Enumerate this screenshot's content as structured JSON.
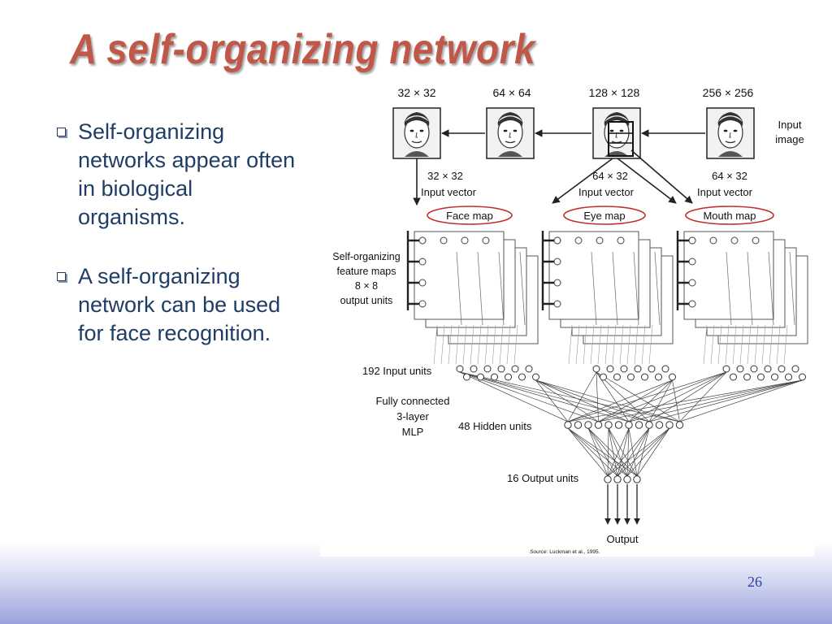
{
  "slide": {
    "title": "A self-organizing network",
    "bullets": [
      "Self-organizing networks appear often in biological organisms.",
      "A self-organizing network can be used for face recognition."
    ],
    "page_number": "26"
  },
  "figure": {
    "image_sizes": [
      "32 × 32",
      "64 × 64",
      "128 × 128",
      "256 × 256"
    ],
    "input_image_label": [
      "Input",
      "image"
    ],
    "vectors": [
      {
        "size": "32 × 32",
        "label": "Input vector",
        "map": "Face map"
      },
      {
        "size": "64 × 32",
        "label": "Input vector",
        "map": "Eye map"
      },
      {
        "size": "64 × 32",
        "label": "Input vector",
        "map": "Mouth map"
      }
    ],
    "som_label": [
      "Self-organizing",
      "feature maps",
      "8 × 8",
      "output units"
    ],
    "input_units_label": "192 Input units",
    "mlp_label": [
      "Fully connected",
      "3-layer",
      "MLP"
    ],
    "hidden_units_label": "48 Hidden units",
    "output_units_label": "16 Output units",
    "output_label": "Output",
    "source_label": "Source",
    "source_text": ": Luckman et al., 1995.",
    "colors": {
      "map_ellipse": "#c0302a",
      "title": "#c0584a",
      "text": "#1f3d66"
    }
  }
}
